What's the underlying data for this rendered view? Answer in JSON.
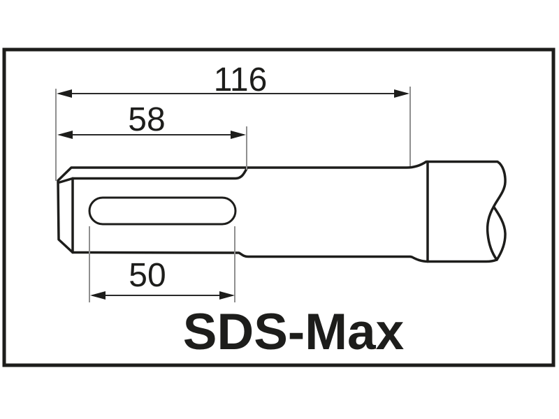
{
  "figure": {
    "type": "technical-diagram",
    "subject": "SDS-Max drill bit shank, side view with break line",
    "label": {
      "text": "SDS-Max"
    }
  },
  "dimensions": {
    "overall": {
      "value": "116"
    },
    "upper": {
      "value": "58"
    },
    "slot": {
      "value": "50"
    }
  },
  "colors": {
    "background": "#ffffff",
    "line": "#1d1d1b",
    "dimension_line": "#2a2a2a",
    "extension_line": "#8f8f8f",
    "text": "#1d1d1b"
  }
}
